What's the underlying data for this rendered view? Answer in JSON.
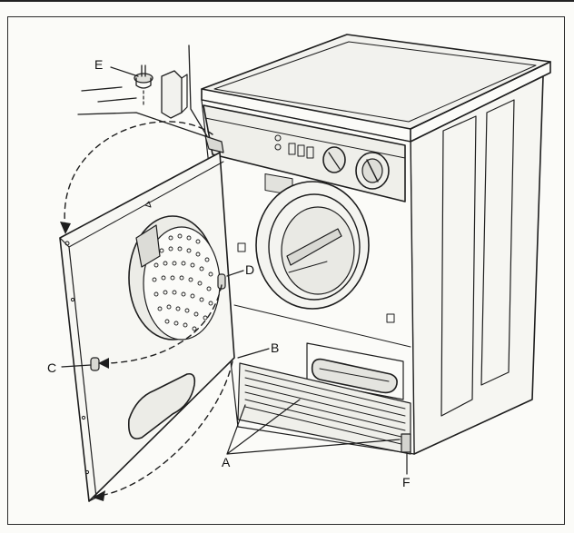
{
  "labels": {
    "a": "A",
    "b": "B",
    "c": "C",
    "d": "D",
    "e": "E",
    "f": "F"
  },
  "colors": {
    "ink": "#1e1e1e",
    "paper": "#fbfbf8",
    "shade": "#d9d9d4"
  }
}
